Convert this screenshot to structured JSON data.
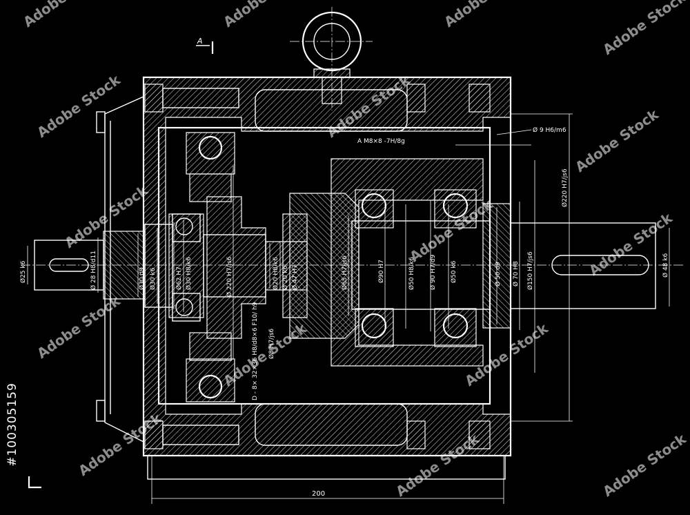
{
  "section_label": "A",
  "dimensions": {
    "overall_width": "200",
    "left": [
      "Ø25 k6",
      "Ø 28 H8/d11",
      "Ø30 d9",
      "Ø30 k6",
      "Ø62 H7",
      "Ø30 H8/k6",
      "Ø 220 H7/js6",
      "Ø20 H8/k6",
      "Ø 20 k6",
      "Ø 47 H7"
    ],
    "center": [
      "Ø65 H7/js6",
      "Ø90 H7",
      "Ø50 H8/k6",
      "Ø 90 H7/d9",
      "Ø50 k6",
      "Ø 50 d9",
      "Ø 70 H8",
      "Ø150 H7/js6"
    ],
    "right": [
      "Ø 9 H6/m6",
      "A M8×8 -7H/8g",
      "Ø220 H7/js6",
      "Ø 48 k6"
    ],
    "spline": "D - 8× 32×36 H8/d8×6 F10/ h9",
    "pin": "Ø8 H7/js6"
  },
  "watermark": "Adobe Stock",
  "stock_id": "#100305159"
}
